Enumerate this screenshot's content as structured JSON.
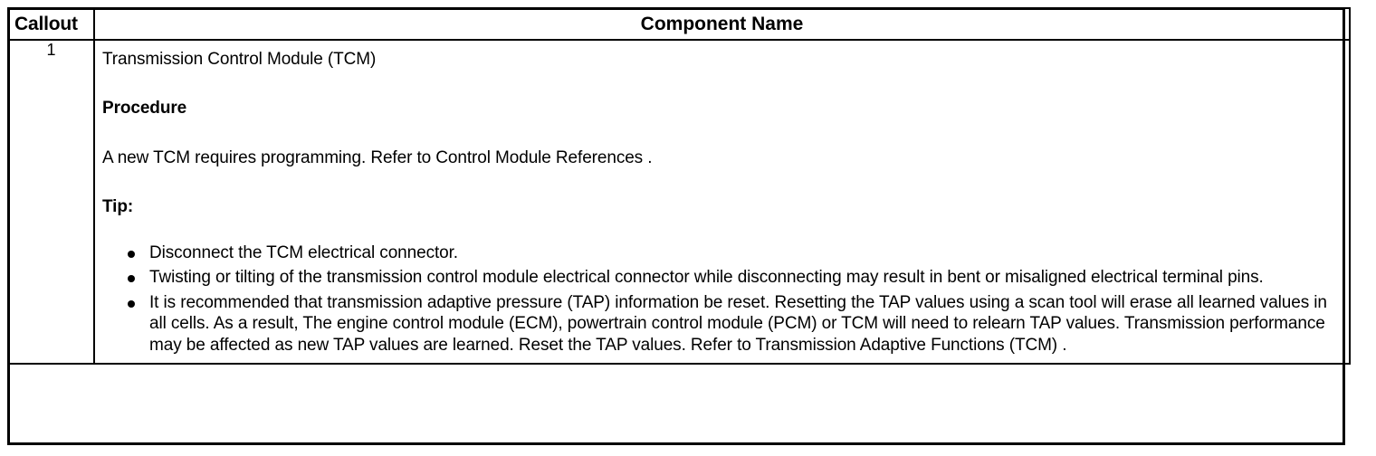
{
  "table": {
    "columns": [
      {
        "key": "callout",
        "header": "Callout"
      },
      {
        "key": "component_name",
        "header": "Component Name"
      }
    ],
    "rows": [
      {
        "callout": "1",
        "component_title": "Transmission Control Module (TCM)",
        "procedure_heading": "Procedure",
        "procedure_text": "A new TCM requires programming. Refer to Control Module References .",
        "tip_heading": "Tip:",
        "tips": [
          "Disconnect the TCM electrical connector.",
          "Twisting or tilting of the transmission control module electrical connector while disconnecting may result in bent or misaligned electrical terminal pins.",
          "It is recommended that transmission adaptive pressure (TAP) information be reset. Resetting the TAP values using a scan tool will erase all learned values in all cells. As a result, The engine control module (ECM), powertrain control module (PCM) or TCM will need to relearn TAP values. Transmission performance may be affected as new TAP values are learned. Reset the TAP values. Refer to Transmission Adaptive Functions (TCM) ."
        ]
      }
    ]
  },
  "colors": {
    "border": "#000000",
    "text": "#000000",
    "background": "#ffffff"
  }
}
